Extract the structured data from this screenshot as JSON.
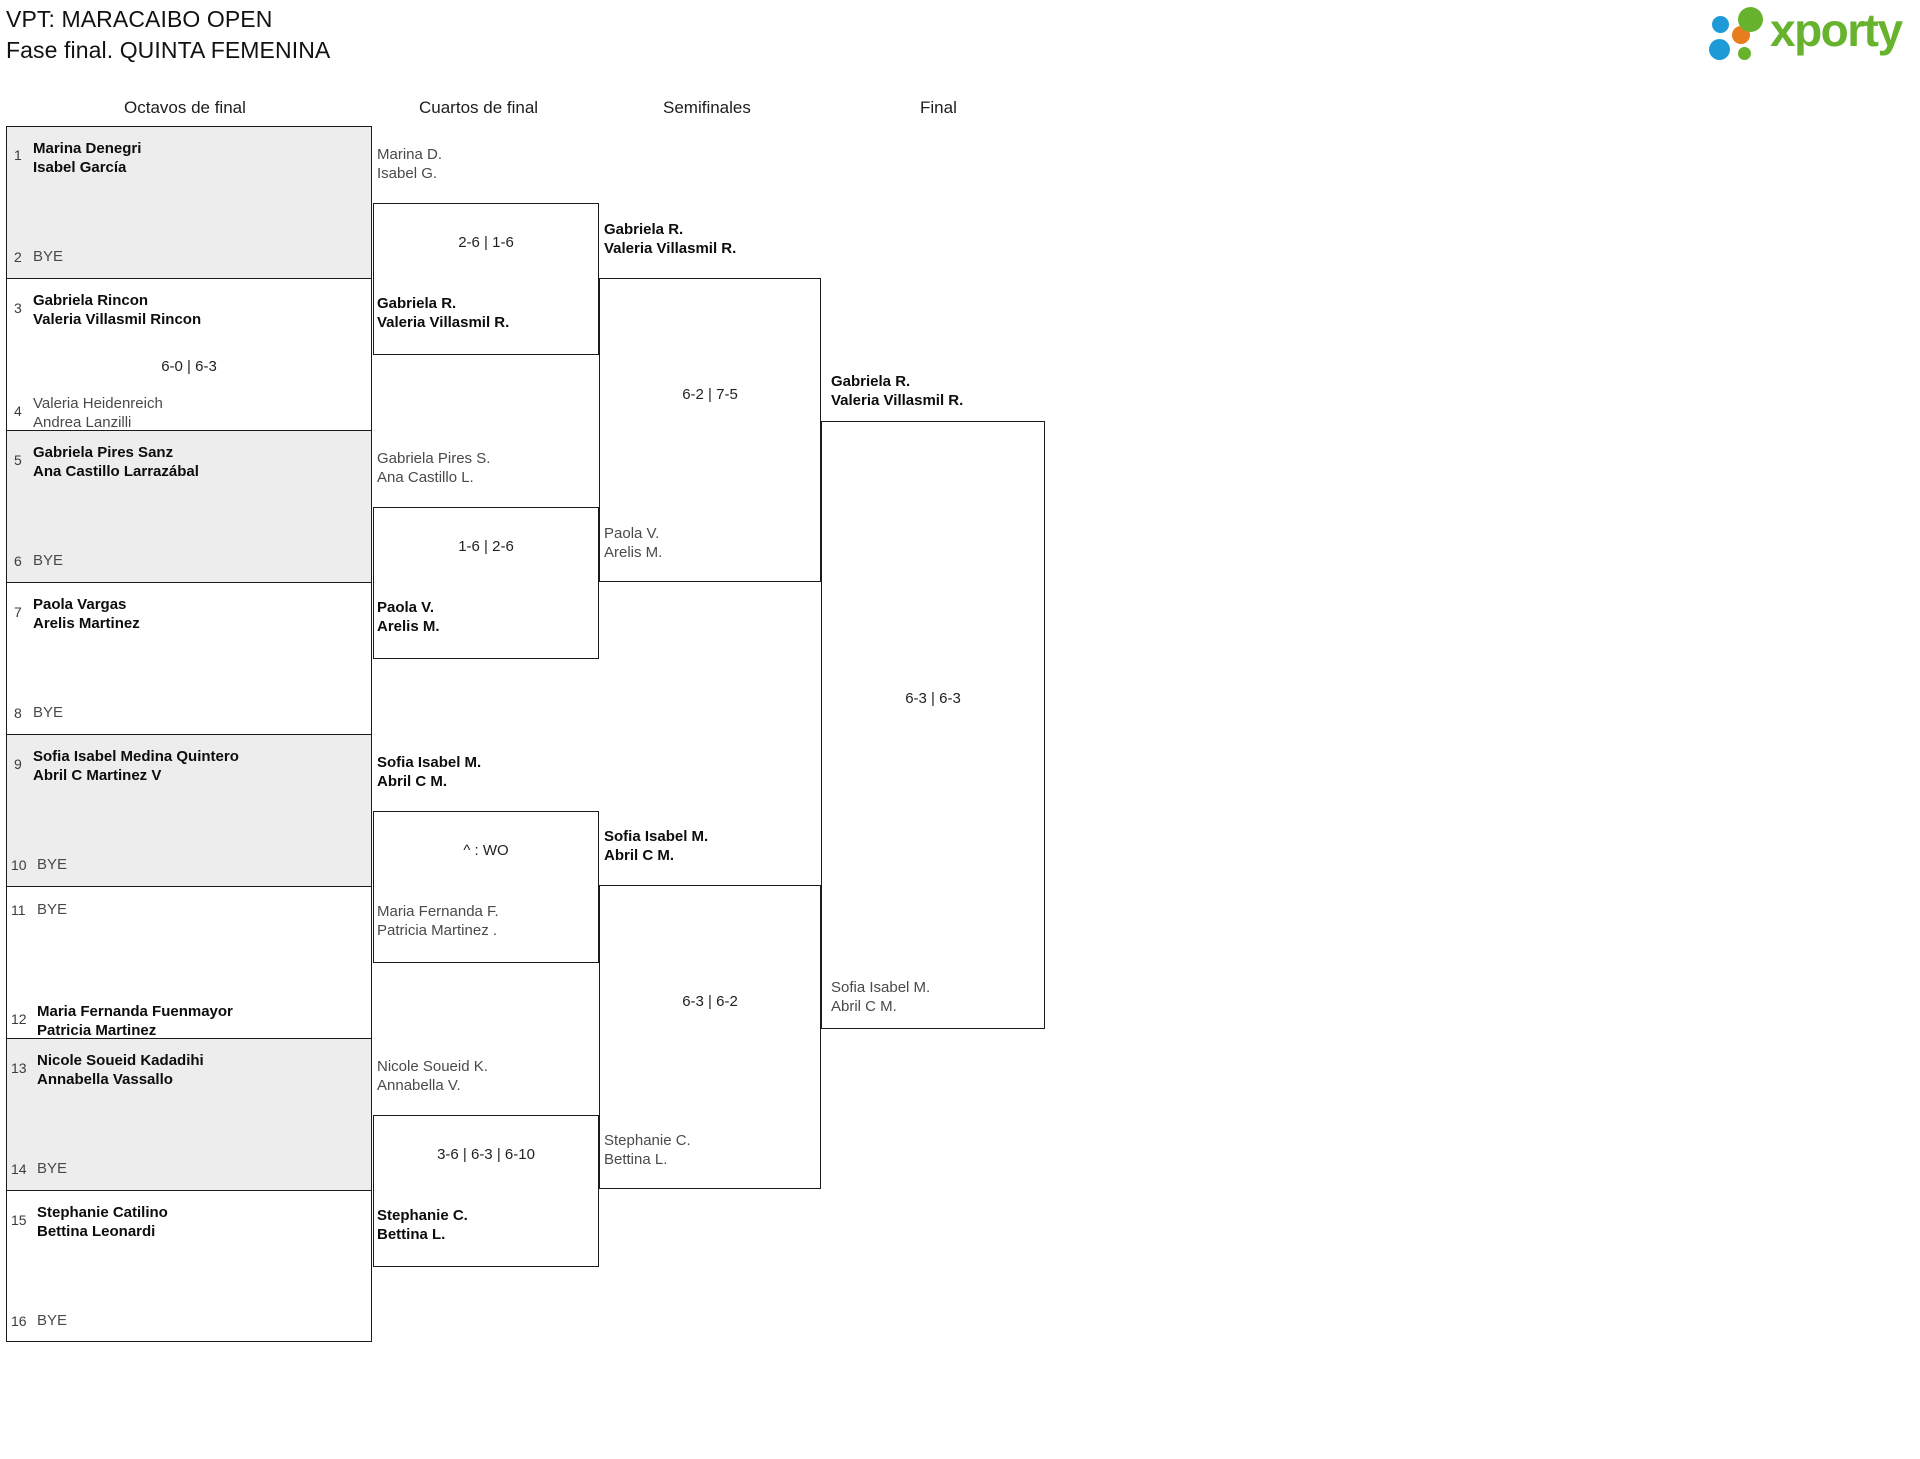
{
  "header": {
    "title_line1": "VPT: MARACAIBO OPEN",
    "title_line2": "Fase final. QUINTA FEMENINA",
    "logo_text": "xporty",
    "logo_colors": {
      "blue": "#1E9BD7",
      "orange": "#E87D1E",
      "green": "#67B32E"
    }
  },
  "rounds": [
    {
      "label": "Octavos de final"
    },
    {
      "label": "Cuartos de final"
    },
    {
      "label": "Semifinales"
    },
    {
      "label": "Final"
    }
  ],
  "round1": {
    "seeds": [
      {
        "num": "1",
        "p1": "Marina Denegri",
        "p2": "Isabel García",
        "bye": ""
      },
      {
        "num": "2",
        "p1": "",
        "p2": "",
        "bye": "BYE"
      },
      {
        "num": "3",
        "p1": "Gabriela Rincon",
        "p2": "Valeria Villasmil Rincon",
        "bye": ""
      },
      {
        "num": "4",
        "p1": "Valeria Heidenreich",
        "p2": "Andrea Lanzilli",
        "bye": ""
      },
      {
        "num": "5",
        "p1": "Gabriela Pires Sanz",
        "p2": "Ana Castillo Larrazábal",
        "bye": ""
      },
      {
        "num": "6",
        "p1": "",
        "p2": "",
        "bye": "BYE"
      },
      {
        "num": "7",
        "p1": "Paola Vargas",
        "p2": "Arelis Martinez",
        "bye": ""
      },
      {
        "num": "8",
        "p1": "",
        "p2": "",
        "bye": "BYE"
      },
      {
        "num": "9",
        "p1": "Sofia Isabel Medina Quintero",
        "p2": "Abril C Martinez V",
        "bye": ""
      },
      {
        "num": "10",
        "p1": "",
        "p2": "",
        "bye": "BYE"
      },
      {
        "num": "11",
        "p1": "",
        "p2": "",
        "bye": "BYE"
      },
      {
        "num": "12",
        "p1": "Maria Fernanda Fuenmayor",
        "p2": "Patricia Martinez",
        "bye": ""
      },
      {
        "num": "13",
        "p1": "Nicole Soueid Kadadihi",
        "p2": "Annabella Vassallo",
        "bye": ""
      },
      {
        "num": "14",
        "p1": "",
        "p2": "",
        "bye": "BYE"
      },
      {
        "num": "15",
        "p1": "Stephanie Catilino",
        "p2": "Bettina Leonardi",
        "bye": ""
      },
      {
        "num": "16",
        "p1": "",
        "p2": "",
        "bye": "BYE"
      }
    ],
    "score_3_4": "6-0 | 6-3"
  },
  "round2": {
    "matches": [
      {
        "top": {
          "p1": "Marina D.",
          "p2": "Isabel G.",
          "winner": false
        },
        "bottom": {
          "p1": "Gabriela R.",
          "p2": "Valeria Villasmil R.",
          "winner": true
        },
        "score": "2-6 | 1-6"
      },
      {
        "top": {
          "p1": "Gabriela Pires S.",
          "p2": "Ana Castillo L.",
          "winner": false
        },
        "bottom": {
          "p1": "Paola V.",
          "p2": "Arelis M.",
          "winner": true
        },
        "score": "1-6 | 2-6"
      },
      {
        "top": {
          "p1": "Sofia Isabel M.",
          "p2": "Abril C M.",
          "winner": true
        },
        "bottom": {
          "p1": "Maria Fernanda F.",
          "p2": "Patricia Martinez .",
          "winner": false
        },
        "score": "^ : WO"
      },
      {
        "top": {
          "p1": "Nicole Soueid K.",
          "p2": "Annabella V.",
          "winner": false
        },
        "bottom": {
          "p1": "Stephanie C.",
          "p2": "Bettina L.",
          "winner": true
        },
        "score": "3-6 | 6-3 | 6-10"
      }
    ]
  },
  "round3": {
    "matches": [
      {
        "top": {
          "p1": "Gabriela R.",
          "p2": "Valeria Villasmil R.",
          "winner": true
        },
        "bottom": {
          "p1": "Paola V.",
          "p2": "Arelis M.",
          "winner": false
        },
        "score": "6-2 | 7-5"
      },
      {
        "top": {
          "p1": "Sofia Isabel M.",
          "p2": "Abril C M.",
          "winner": true
        },
        "bottom": {
          "p1": "Stephanie C.",
          "p2": "Bettina L.",
          "winner": false
        },
        "score": "6-3 | 6-2"
      }
    ]
  },
  "round4": {
    "matches": [
      {
        "top": {
          "p1": "Gabriela R.",
          "p2": "Valeria Villasmil R.",
          "winner": true
        },
        "bottom": {
          "p1": "Sofia Isabel M.",
          "p2": "Abril C M.",
          "winner": false
        },
        "score": "6-3 | 6-3"
      }
    ]
  }
}
